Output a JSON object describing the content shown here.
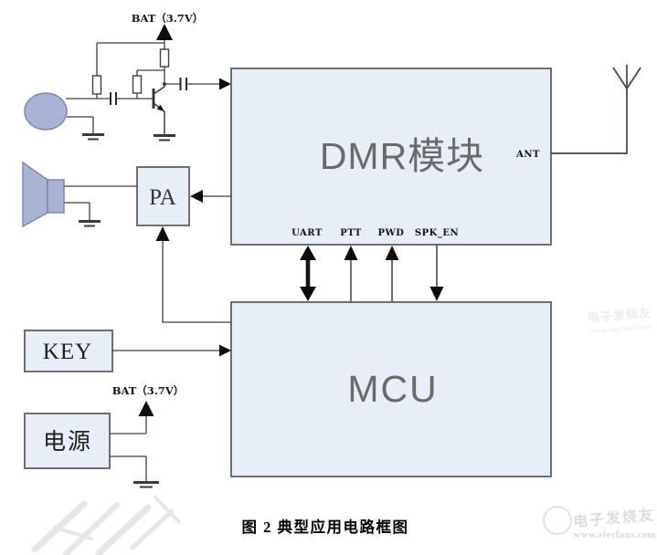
{
  "figure_caption": "图 2 典型应用电路框图",
  "blocks": {
    "dmr": "DMR模块",
    "mcu": "MCU",
    "pa": "PA",
    "key": "KEY",
    "power": "电源"
  },
  "ports": {
    "ant": "ANT",
    "uart": "UART",
    "ptt": "PTT",
    "pwd": "PWD",
    "spk_en": "SPK_EN"
  },
  "power_rails": {
    "mic_bias": "BAT（3.7V）",
    "supply": "BAT（3.7V）"
  },
  "icons": [
    "microphone-icon",
    "speaker-icon",
    "antenna-icon",
    "power-arrow-icon",
    "ground-icon",
    "resistor-icon",
    "capacitor-icon",
    "transistor-icon"
  ],
  "watermark": {
    "brand": "电子发烧友",
    "url": "www.elecfans.com"
  },
  "colors": {
    "block_fill": "#e8eef7",
    "block_border": "#6f6f6f",
    "wire": "#3f3f3f",
    "block_text": "#6a6a6a",
    "transducer_fill": "#a9b3d6",
    "transducer_border": "#7d88b0",
    "watermark_gray": "#dcdcdc"
  }
}
